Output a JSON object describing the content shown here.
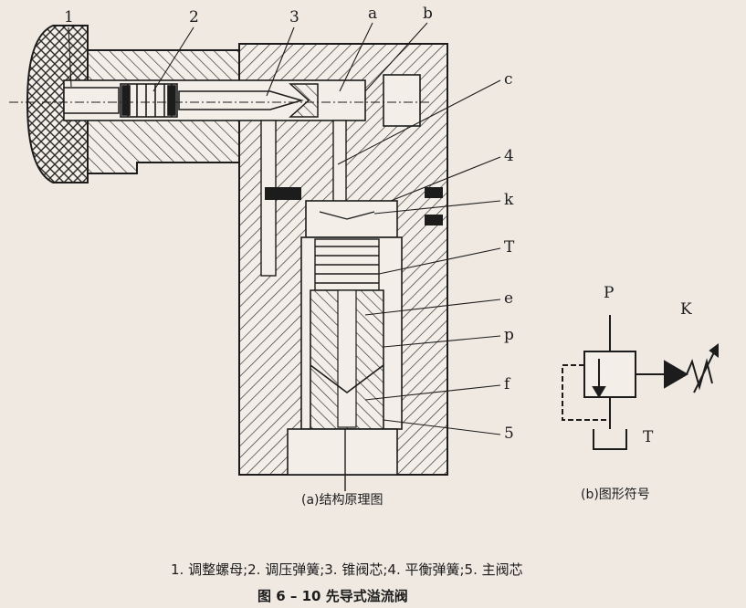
{
  "diagram": {
    "part_labels": [
      "1",
      "2",
      "3",
      "a",
      "b",
      "c",
      "4",
      "k",
      "T",
      "e",
      "p",
      "f",
      "5"
    ],
    "symbol_labels": {
      "p": "P",
      "k": "K",
      "t": "T"
    },
    "caption_structure": "(a)结构原理图",
    "caption_symbol": "(b)图形符号",
    "legend": "1. 调整螺母;2. 调压弹簧;3. 锥阀芯;4. 平衡弹簧;5. 主阀芯",
    "figure_title": "图 6 – 10    先导式溢流阀"
  }
}
